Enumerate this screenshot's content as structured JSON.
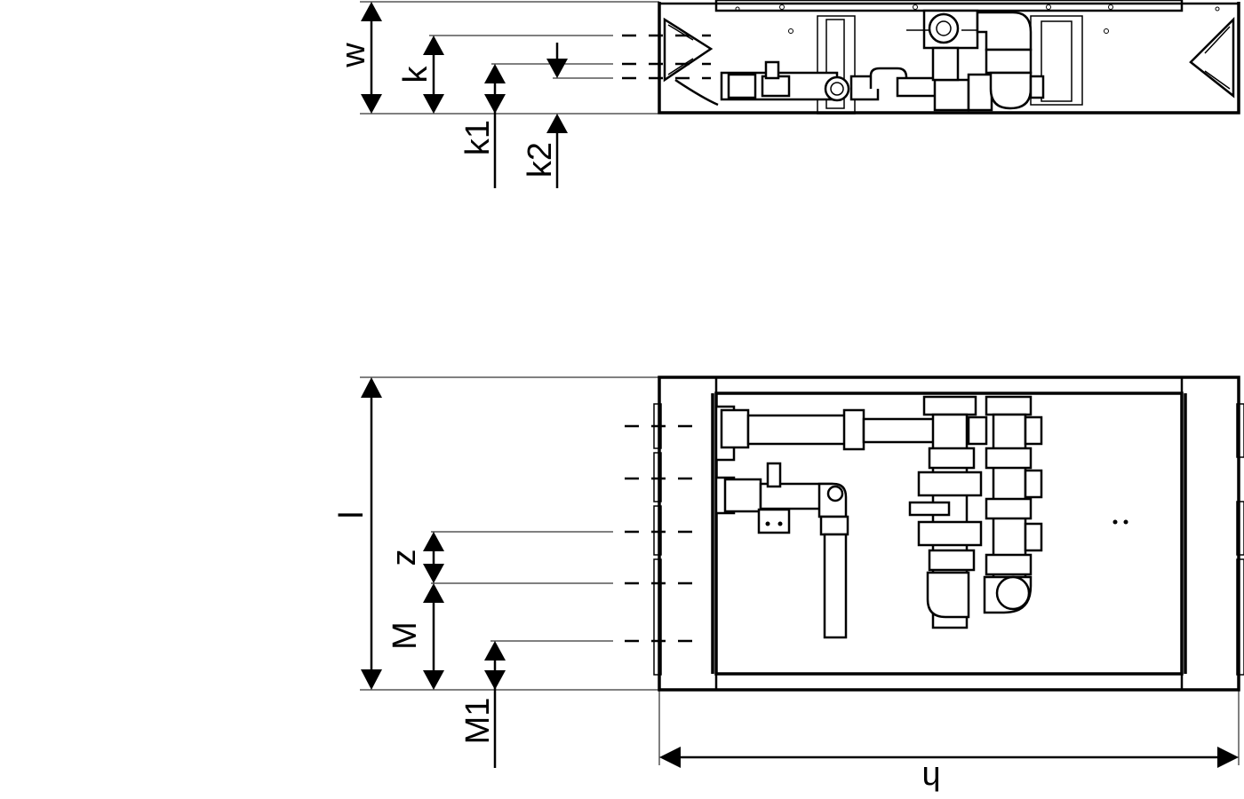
{
  "labels": {
    "w": "w",
    "k": "k",
    "k1": "k1",
    "k2": "k2",
    "l": "l",
    "z": "z",
    "m": "M",
    "m1": "M1",
    "h": "h"
  }
}
